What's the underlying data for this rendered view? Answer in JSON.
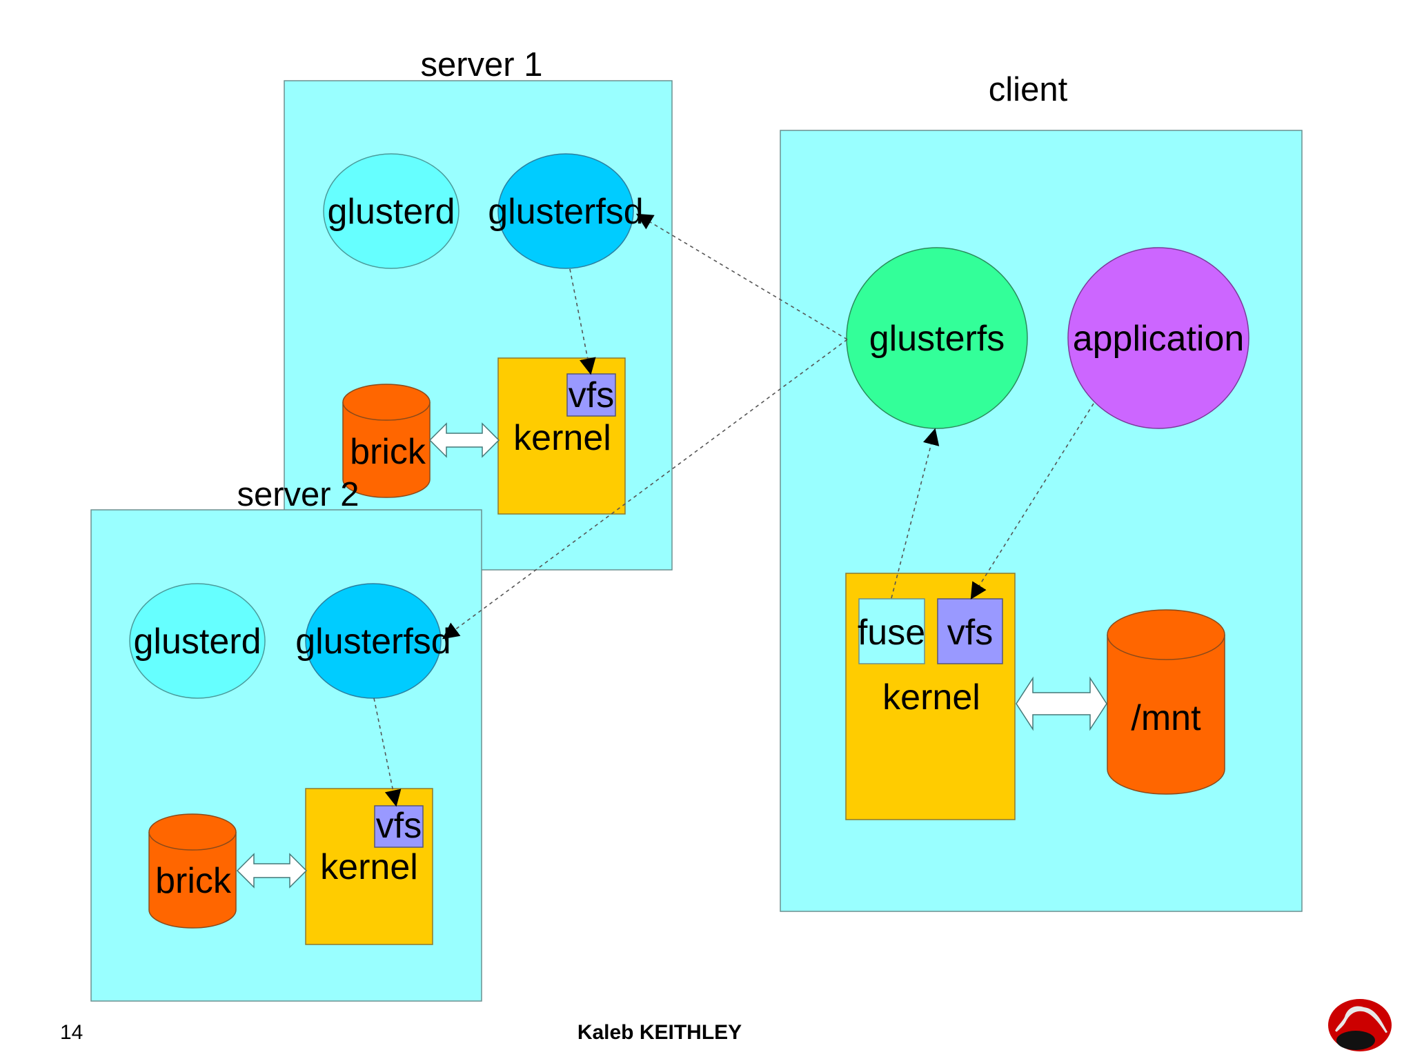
{
  "servers": [
    {
      "title": "server 1",
      "daemon1": "glusterd",
      "daemon2": "glusterfsd",
      "storage": "brick",
      "kernel": "kernel",
      "vfs": "vfs"
    },
    {
      "title": "server 2",
      "daemon1": "glusterd",
      "daemon2": "glusterfsd",
      "storage": "brick",
      "kernel": "kernel",
      "vfs": "vfs"
    }
  ],
  "client": {
    "title": "client",
    "glusterfs": "glusterfs",
    "application": "application",
    "kernel": "kernel",
    "fuse": "fuse",
    "vfs": "vfs",
    "mount": "/mnt"
  },
  "footer": {
    "page_number": "14",
    "author": "Kaleb KEITHLEY",
    "logo": "red-hat-shadowman-logo"
  },
  "colors": {
    "box": "#99ffff",
    "glusterd": "#66ffff",
    "glusterfsd": "#00ccff",
    "glusterfs": "#33ff99",
    "application": "#cc66ff",
    "kernel": "#ffcc00",
    "vfs": "#9999ff",
    "storage": "#ff6600",
    "logo": "#cc0000"
  }
}
